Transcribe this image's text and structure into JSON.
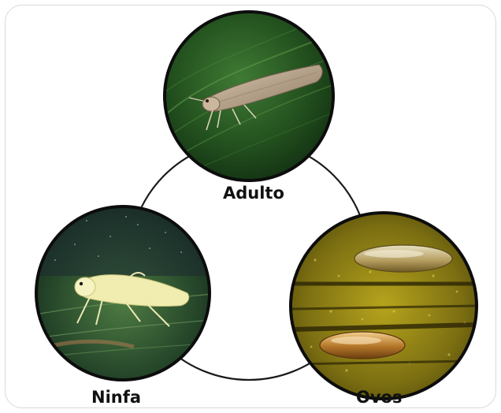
{
  "stages": {
    "adult": {
      "label": "Adulto",
      "image": "leafhopper-adult-on-green-leaf"
    },
    "nymph": {
      "label": "Ninfa",
      "image": "pale-yellow-nymph-on-leaf"
    },
    "eggs": {
      "label": "Ovos",
      "image": "eggs-in-leaf-tissue"
    }
  },
  "colors": {
    "cycle_line": "#1a1a1a",
    "photo_border": "#0d0d0d",
    "frame_border": "#d9d9d9",
    "label_text": "#111111"
  }
}
